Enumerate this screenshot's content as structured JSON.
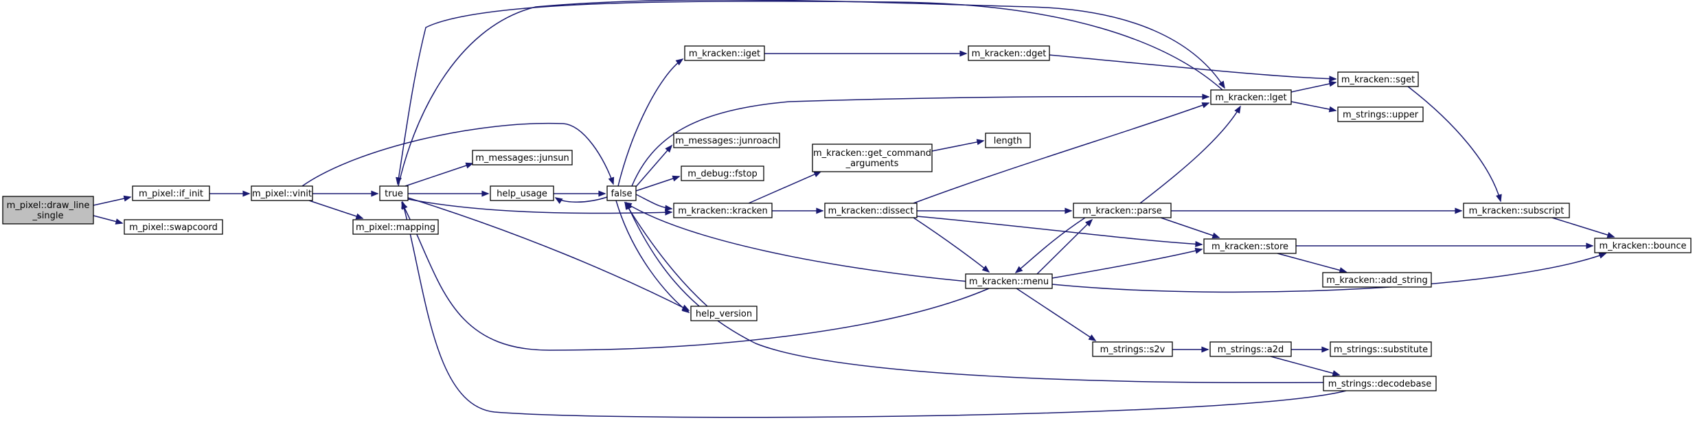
{
  "graph": {
    "nodes": [
      {
        "id": "draw_line_single",
        "lines": [
          "m_pixel::draw_line",
          "_single"
        ],
        "root": true
      },
      {
        "id": "if_init",
        "lines": [
          "m_pixel::if_init"
        ]
      },
      {
        "id": "swapcoord",
        "lines": [
          "m_pixel::swapcoord"
        ]
      },
      {
        "id": "vinit",
        "lines": [
          "m_pixel::vinit"
        ]
      },
      {
        "id": "true",
        "lines": [
          "true"
        ]
      },
      {
        "id": "mapping",
        "lines": [
          "m_pixel::mapping"
        ]
      },
      {
        "id": "junsun",
        "lines": [
          "m_messages::junsun"
        ]
      },
      {
        "id": "help_usage",
        "lines": [
          "help_usage"
        ]
      },
      {
        "id": "false",
        "lines": [
          "false"
        ]
      },
      {
        "id": "help_version",
        "lines": [
          "help_version"
        ]
      },
      {
        "id": "iget",
        "lines": [
          "m_kracken::iget"
        ]
      },
      {
        "id": "junroach",
        "lines": [
          "m_messages::junroach"
        ]
      },
      {
        "id": "fstop",
        "lines": [
          "m_debug::fstop"
        ]
      },
      {
        "id": "kracken",
        "lines": [
          "m_kracken::kracken"
        ]
      },
      {
        "id": "dget",
        "lines": [
          "m_kracken::dget"
        ]
      },
      {
        "id": "get_command_arguments",
        "lines": [
          "m_kracken::get_command",
          "_arguments"
        ]
      },
      {
        "id": "length",
        "lines": [
          "length"
        ]
      },
      {
        "id": "dissect",
        "lines": [
          "m_kracken::dissect"
        ]
      },
      {
        "id": "menu",
        "lines": [
          "m_kracken::menu"
        ]
      },
      {
        "id": "s2v",
        "lines": [
          "m_strings::s2v"
        ]
      },
      {
        "id": "lget",
        "lines": [
          "m_kracken::lget"
        ]
      },
      {
        "id": "parse",
        "lines": [
          "m_kracken::parse"
        ]
      },
      {
        "id": "store",
        "lines": [
          "m_kracken::store"
        ]
      },
      {
        "id": "a2d",
        "lines": [
          "m_strings::a2d"
        ]
      },
      {
        "id": "sget",
        "lines": [
          "m_kracken::sget"
        ]
      },
      {
        "id": "upper",
        "lines": [
          "m_strings::upper"
        ]
      },
      {
        "id": "add_string",
        "lines": [
          "m_kracken::add_string"
        ]
      },
      {
        "id": "substitute",
        "lines": [
          "m_strings::substitute"
        ]
      },
      {
        "id": "decodebase",
        "lines": [
          "m_strings::decodebase"
        ]
      },
      {
        "id": "subscript",
        "lines": [
          "m_kracken::subscript"
        ]
      },
      {
        "id": "bounce",
        "lines": [
          "m_kracken::bounce"
        ]
      }
    ],
    "edges": [
      [
        "draw_line_single",
        "if_init"
      ],
      [
        "draw_line_single",
        "swapcoord"
      ],
      [
        "if_init",
        "vinit"
      ],
      [
        "vinit",
        "true"
      ],
      [
        "vinit",
        "mapping"
      ],
      [
        "vinit",
        "false"
      ],
      [
        "true",
        "junsun"
      ],
      [
        "true",
        "help_usage"
      ],
      [
        "true",
        "help_version"
      ],
      [
        "true",
        "kracken"
      ],
      [
        "true",
        "lget"
      ],
      [
        "help_usage",
        "false"
      ],
      [
        "false",
        "help_usage"
      ],
      [
        "false",
        "iget"
      ],
      [
        "false",
        "junroach"
      ],
      [
        "false",
        "fstop"
      ],
      [
        "false",
        "kracken"
      ],
      [
        "false",
        "lget"
      ],
      [
        "false",
        "help_version"
      ],
      [
        "help_version",
        "false"
      ],
      [
        "iget",
        "dget"
      ],
      [
        "dget",
        "sget"
      ],
      [
        "kracken",
        "get_command_arguments"
      ],
      [
        "kracken",
        "dissect"
      ],
      [
        "get_command_arguments",
        "length"
      ],
      [
        "dissect",
        "lget"
      ],
      [
        "dissect",
        "parse"
      ],
      [
        "dissect",
        "store"
      ],
      [
        "dissect",
        "menu"
      ],
      [
        "menu",
        "true"
      ],
      [
        "menu",
        "false"
      ],
      [
        "menu",
        "parse"
      ],
      [
        "menu",
        "store"
      ],
      [
        "menu",
        "bounce"
      ],
      [
        "menu",
        "s2v"
      ],
      [
        "parse",
        "lget"
      ],
      [
        "parse",
        "menu"
      ],
      [
        "parse",
        "store"
      ],
      [
        "parse",
        "subscript"
      ],
      [
        "lget",
        "true"
      ],
      [
        "lget",
        "sget"
      ],
      [
        "lget",
        "upper"
      ],
      [
        "sget",
        "subscript"
      ],
      [
        "subscript",
        "bounce"
      ],
      [
        "store",
        "bounce"
      ],
      [
        "store",
        "add_string"
      ],
      [
        "s2v",
        "a2d"
      ],
      [
        "a2d",
        "substitute"
      ],
      [
        "a2d",
        "decodebase"
      ],
      [
        "decodebase",
        "true"
      ],
      [
        "decodebase",
        "false"
      ]
    ]
  }
}
